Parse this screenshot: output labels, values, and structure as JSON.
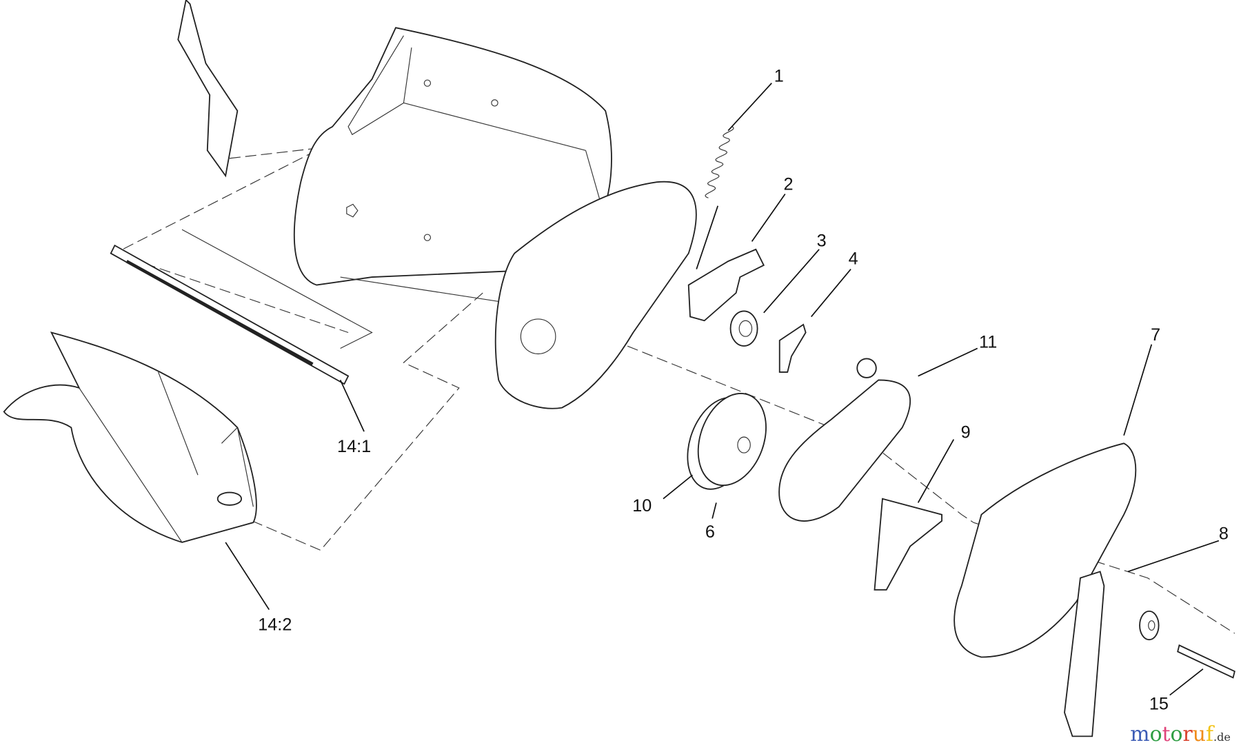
{
  "diagram": {
    "callouts": [
      {
        "id": "1",
        "label": "1"
      },
      {
        "id": "2",
        "label": "2"
      },
      {
        "id": "3",
        "label": "3"
      },
      {
        "id": "4",
        "label": "4"
      },
      {
        "id": "6",
        "label": "6"
      },
      {
        "id": "7",
        "label": "7"
      },
      {
        "id": "8",
        "label": "8"
      },
      {
        "id": "9",
        "label": "9"
      },
      {
        "id": "10",
        "label": "10"
      },
      {
        "id": "11",
        "label": "11"
      },
      {
        "id": "14_1",
        "label": "14:1"
      },
      {
        "id": "14_2",
        "label": "14:2"
      },
      {
        "id": "15",
        "label": "15"
      }
    ],
    "watermark": {
      "text": "motoruf",
      "suffix": ".de",
      "colors": [
        "#3b5bb5",
        "#2f9e44",
        "#e0447a",
        "#2f9e44",
        "#d9412b",
        "#f08c1a",
        "#f2c318"
      ]
    }
  }
}
